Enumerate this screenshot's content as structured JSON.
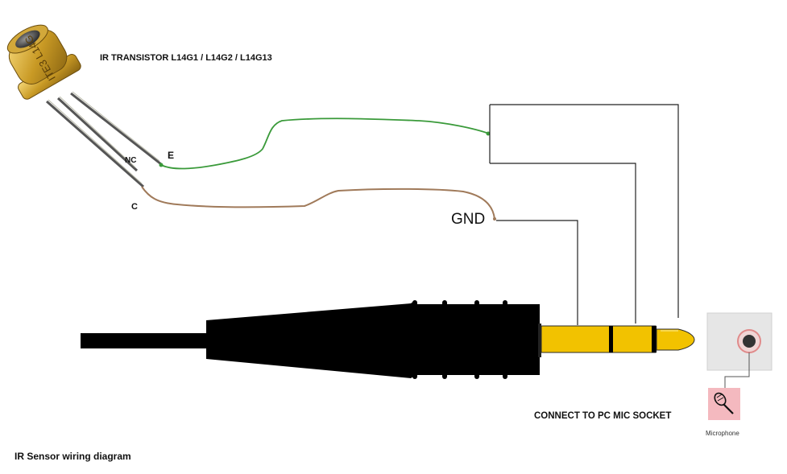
{
  "labels": {
    "transistor_title": "IR TRANSISTOR L14G1 / L14G2 / L14G13",
    "pin_e": "E",
    "pin_nc": "NC",
    "pin_c": "C",
    "gnd": "GND",
    "connect": "CONNECT TO PC MIC SOCKET",
    "microphone": "Microphone",
    "caption": "IR Sensor wiring diagram"
  },
  "component_marking": "ITE3 L14G",
  "colors": {
    "green_wire": "#3a9a3a",
    "brown_wire": "#a07a5a",
    "plug_body": "#000000",
    "plug_tip": "#f2c200",
    "socket_bg": "#e6e6e6",
    "mic_icon_bg": "#f4b9bf",
    "transistor_gold": "#c9a030",
    "lead_wire": "#444444"
  },
  "icons": [
    "ir-transistor-icon",
    "stereo-plug-icon",
    "mic-socket-icon",
    "microphone-icon"
  ]
}
